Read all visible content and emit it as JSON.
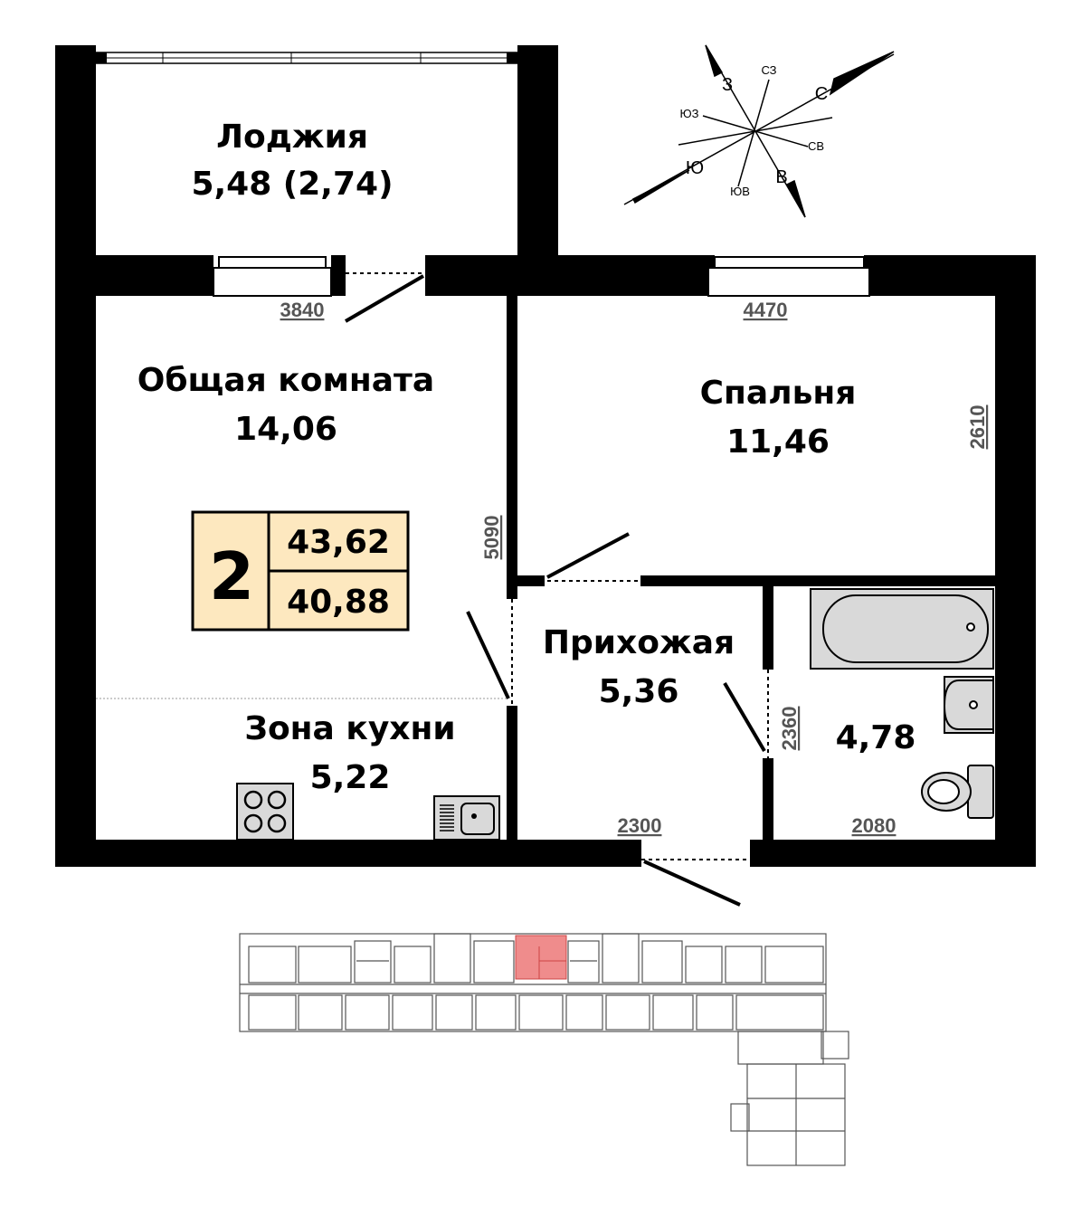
{
  "rooms": {
    "loggia": {
      "name": "Лоджия",
      "area": "5,48 (2,74)"
    },
    "living": {
      "name": "Общая комната",
      "area": "14,06"
    },
    "bedroom": {
      "name": "Спальня",
      "area": "11,46"
    },
    "hallway": {
      "name": "Прихожая",
      "area": "5,36"
    },
    "kitchen": {
      "name": "Зона кухни",
      "area": "5,22"
    },
    "bathroom": {
      "area": "4,78"
    }
  },
  "badge": {
    "rooms": "2",
    "total_area": "43,62",
    "living_area": "40,88",
    "fill_color": "#fde8bf"
  },
  "dimensions": {
    "living_width": "3840",
    "bedroom_width": "4470",
    "bedroom_depth": "2610",
    "living_depth": "5090",
    "hallway_width": "2300",
    "bath_width": "2080",
    "bath_depth": "2360"
  },
  "compass": {
    "north": "С",
    "northeast": "СВ",
    "east": "В",
    "southeast": "ЮВ",
    "south": "Ю",
    "southwest": "ЮЗ",
    "west": "З",
    "northwest": "СЗ"
  },
  "colors": {
    "wall": "#000000",
    "highlight": "#ef8c8c",
    "fixture": "#d9d9d9"
  }
}
